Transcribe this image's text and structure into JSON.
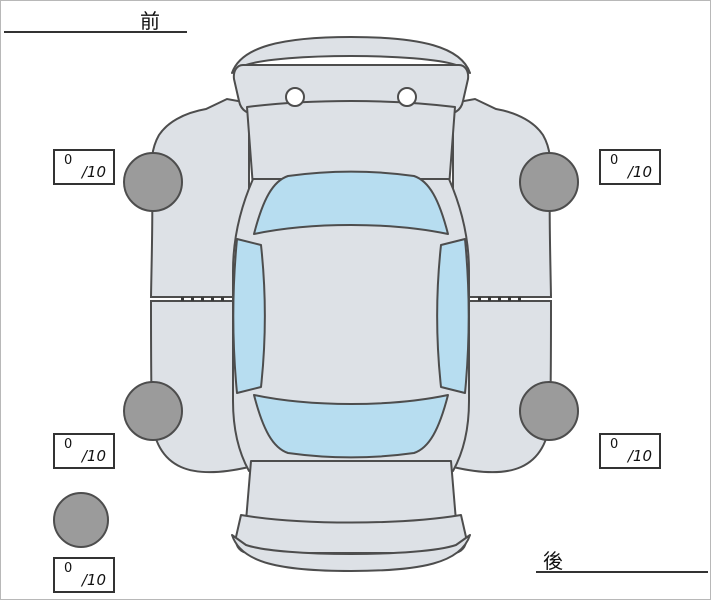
{
  "diagram": {
    "front_label": "前",
    "rear_label": "後"
  },
  "scores": {
    "front_left": {
      "value": "0",
      "max": "/10"
    },
    "front_right": {
      "value": "0",
      "max": "/10"
    },
    "rear_left": {
      "value": "0",
      "max": "/10"
    },
    "rear_right": {
      "value": "0",
      "max": "/10"
    },
    "spare": {
      "value": "0",
      "max": "/10"
    }
  },
  "colors": {
    "body": "#dde1e6",
    "glass": "#b7ddf0",
    "tire": "#9b9b9b",
    "outline": "#4d4d4d",
    "washer": "#ffffff"
  }
}
